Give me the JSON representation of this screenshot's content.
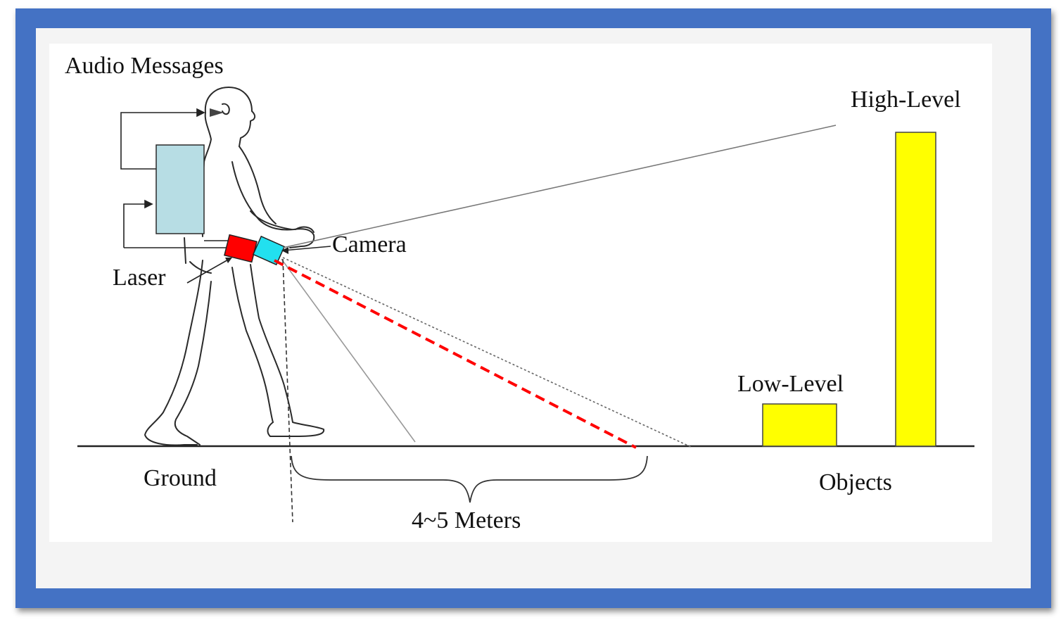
{
  "labels": {
    "audio_messages": "Audio Messages",
    "camera": "Camera",
    "laser": "Laser",
    "ground": "Ground",
    "distance": "4~5 Meters",
    "low_level": "Low-Level",
    "high_level": "High-Level",
    "objects": "Objects"
  },
  "colors": {
    "frame_border": "#4472c4",
    "panel_bg": "#f4f4f4",
    "processor_box": "#b7dde4",
    "laser_device": "#ff0000",
    "camera_device": "#22e0ef",
    "laser_beam": "#ff0000",
    "obstacle": "#ffff00"
  },
  "icons": {
    "person": "walking-person-icon",
    "processor": "processor-box",
    "laser": "laser-device",
    "camera": "camera-device"
  }
}
